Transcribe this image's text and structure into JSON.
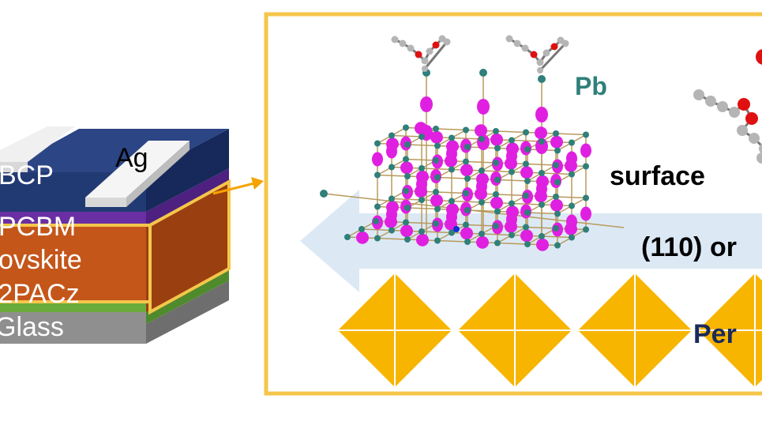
{
  "colors": {
    "frame": "#f5c64a",
    "octahedron": "#f7b500",
    "bcp": "#223a73",
    "pcbm": "#6a2fa2",
    "perovskite": "#c4561a",
    "sam": "#6bab3c",
    "glass": "#8f8f8f",
    "ag": "#ffffff",
    "pb_atom": "#2f7f7a",
    "halide_atom": "#e020e0",
    "bond": "#b89a5c",
    "arrow": "#dce9f5"
  },
  "device": {
    "layers": [
      {
        "label": "BCP",
        "color": "#223a73"
      },
      {
        "label": "PCBM",
        "color": "#6a2fa2"
      },
      {
        "label": "ovskite",
        "color": "#c4561a"
      },
      {
        "label": "-2PACz",
        "color": "#6bab3c"
      },
      {
        "label": "Glass",
        "color": "#8f8f8f"
      }
    ],
    "electrode_label": "Ag"
  },
  "inset": {
    "pb_label": "Pb",
    "surface_label": "surface",
    "orientation_label": "(110) or",
    "perovskite_label": "Per"
  }
}
